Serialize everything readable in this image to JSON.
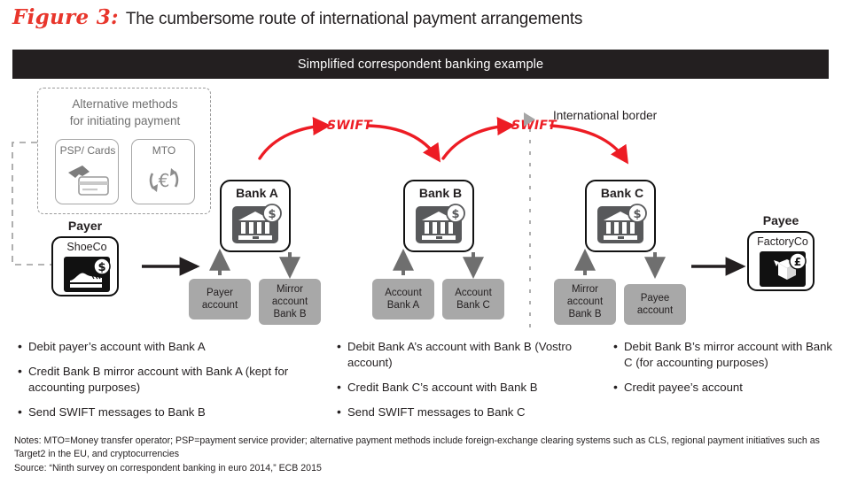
{
  "figure": {
    "number": "Figure 3:",
    "title": "The cumbersome route of international payment arrangements",
    "accent_color": "#e8362c"
  },
  "banner": {
    "label": "Simplified correspondent banking example",
    "background": "#231f20"
  },
  "diagram": {
    "alternative_methods": {
      "title_line1": "Alternative methods",
      "title_line2": "for initiating payment",
      "cards": [
        {
          "label": "PSP/ Cards",
          "icon": "card-reader-icon"
        },
        {
          "label": "MTO",
          "icon": "euro-exchange-icon"
        }
      ]
    },
    "payer": {
      "role": "Payer",
      "name": "ShoeCo",
      "icon": "shoe-icon",
      "currency": "$"
    },
    "payee": {
      "role": "Payee",
      "name": "FactoryCo",
      "icon": "box-icon",
      "currency": "£"
    },
    "banks": [
      {
        "name": "Bank A",
        "icon": "bank-building-icon",
        "currency": "$"
      },
      {
        "name": "Bank B",
        "icon": "bank-building-icon",
        "currency": "$"
      },
      {
        "name": "Bank C",
        "icon": "bank-building-icon",
        "currency": "$"
      }
    ],
    "accounts": [
      {
        "line1": "Payer",
        "line2": "account",
        "line3": ""
      },
      {
        "line1": "Mirror",
        "line2": "account",
        "line3": "Bank B"
      },
      {
        "line1": "Account",
        "line2": "Bank A",
        "line3": ""
      },
      {
        "line1": "Account",
        "line2": "Bank C",
        "line3": ""
      },
      {
        "line1": "Mirror",
        "line2": "account",
        "line3": "Bank B"
      },
      {
        "line1": "Payee",
        "line2": "account",
        "line3": ""
      }
    ],
    "swift_labels": [
      "SWIFT",
      "SWIFT"
    ],
    "swift_color": "#ed1c24",
    "border": {
      "label": "International border",
      "marker": "triangle-right-icon"
    }
  },
  "bullet_columns": [
    {
      "items": [
        "Debit payer’s account with Bank A",
        "Credit Bank B mirror account with Bank A (kept for accounting purposes)",
        "Send SWIFT messages to Bank B"
      ]
    },
    {
      "items": [
        "Debit Bank A’s account with Bank B (Vostro account)",
        "Credit Bank C’s account with Bank B",
        "Send SWIFT messages to Bank C"
      ]
    },
    {
      "items": [
        "Debit Bank B’s mirror account with Bank C (for accounting purposes)",
        "Credit payee’s account"
      ]
    }
  ],
  "footer": {
    "notes": "Notes: MTO=Money transfer operator; PSP=payment service provider; alternative payment methods include foreign-exchange clearing systems such as CLS, regional payment initiatives such as Target2 in the EU, and cryptocurrencies",
    "source": "Source: “Ninth survey on correspondent banking in euro 2014,” ECB 2015"
  }
}
